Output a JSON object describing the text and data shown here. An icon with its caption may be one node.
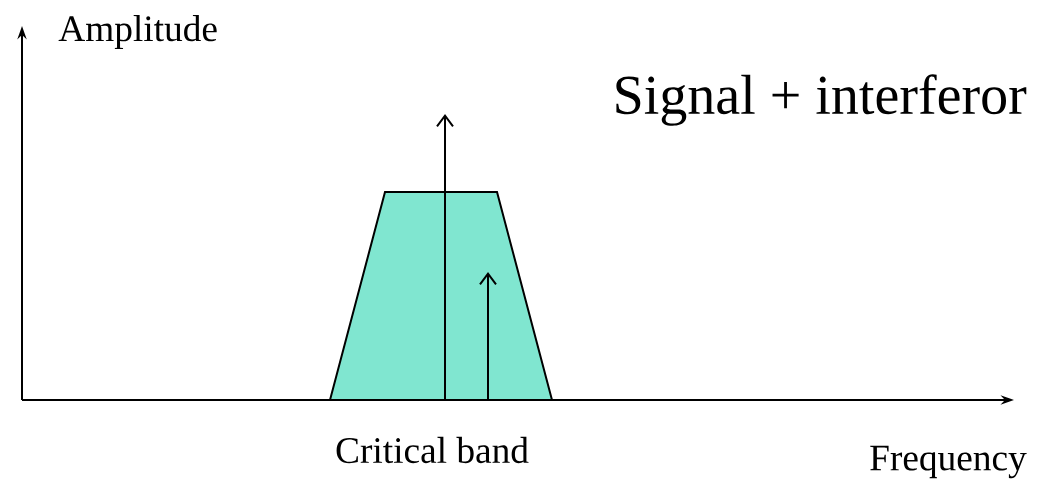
{
  "diagram": {
    "labels": [
      "Amplitude",
      "Signal + interferor",
      "Critical band",
      "Frequency"
    ]
  }
}
